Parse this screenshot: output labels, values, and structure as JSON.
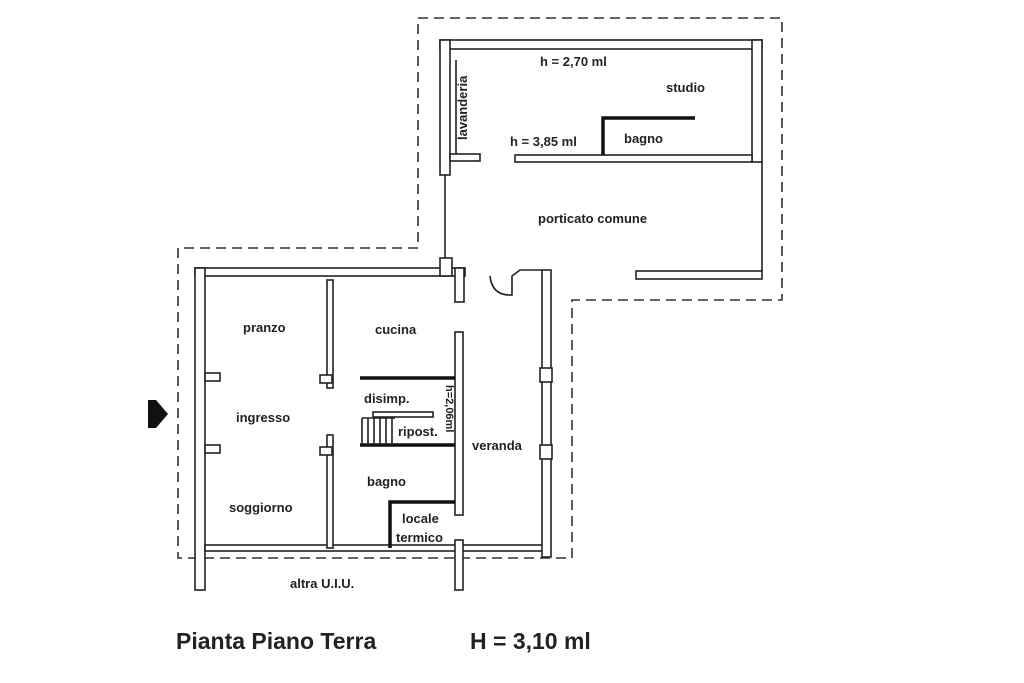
{
  "plan": {
    "upper_rooms": {
      "height_studio": "h = 2,70 ml",
      "studio": "studio",
      "lavanderia": "lavanderia",
      "height_bagno": "h = 3,85 ml",
      "bagno": "bagno",
      "porticato": "porticato comune"
    },
    "lower_rooms": {
      "pranzo": "pranzo",
      "cucina": "cucina",
      "disimpegno": "disimp.",
      "height_ripostiglio": "h=2,06ml",
      "ripostiglio": "ripost.",
      "ingresso": "ingresso",
      "veranda": "veranda",
      "bagno": "bagno",
      "soggiorno": "soggiorno",
      "locale_1": "locale",
      "locale_2": "termico",
      "altra": "altra U.I.U."
    }
  },
  "caption": {
    "title": "Pianta Piano Terra",
    "height": "H = 3,10 ml"
  },
  "icons": {
    "entrance": "entrance-arrow-icon"
  }
}
